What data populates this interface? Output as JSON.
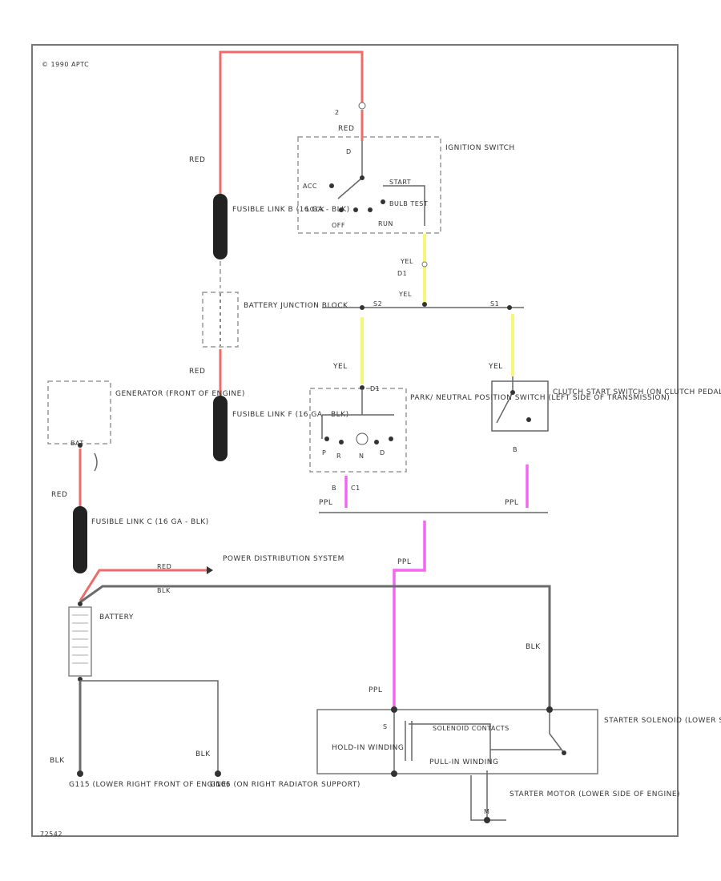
{
  "copyright": "© 1990 APTC",
  "code": "72542",
  "colors": {
    "red": "#f06a6a",
    "yel": "#f6f67a",
    "ppl": "#f266f2",
    "blk": "#6b6b6b"
  },
  "wires": {
    "top_red": "RED",
    "dk_red_num": "2",
    "dk_red": "RED",
    "red_mid": "RED",
    "red_gen": "RED",
    "ign_yel_a": "YEL",
    "ign_yel_b": "D1",
    "yel_bus": "YEL",
    "yel_left": "YEL",
    "yel_right": "YEL",
    "ppl_left": "PPL",
    "ppl_right": "PPL",
    "ppl_mid": "PPL",
    "pwr_red": "RED",
    "pwr_blk": "BLK",
    "blk_right": "BLK",
    "ppl_start": "PPL",
    "blk_g115": "BLK",
    "blk_g106": "BLK"
  },
  "ignition": {
    "label": "IGNITION SWITCH",
    "pos_acc": "ACC",
    "pos_lock": "LOCK",
    "pos_off": "OFF",
    "pos_run": "RUN",
    "pos_start": "START",
    "pos_bulb": "BULB TEST",
    "pin_d": "D"
  },
  "fusible_b": {
    "label": "FUSIBLE LINK B (16 GA - BLK)"
  },
  "junction": {
    "label": "BATTERY JUNCTION BLOCK"
  },
  "fusible_f": {
    "label": "FUSIBLE LINK F (16 GA - BLK)"
  },
  "generator": {
    "label": "GENERATOR (FRONT OF ENGINE)",
    "pin": "BAT"
  },
  "fusible_c": {
    "label": "FUSIBLE LINK C (16 GA - BLK)"
  },
  "power_dist": {
    "label": "POWER DISTRIBUTION SYSTEM"
  },
  "battery": {
    "label": "BATTERY"
  },
  "splice_left": "S2",
  "splice_right": "S1",
  "pnp": {
    "label": "PARK/ NEUTRAL POSITION SWITCH (LEFT SIDE OF TRANSMISSION)",
    "pin_top": "D1",
    "pin_bottom": "C1",
    "pin_b": "B",
    "pin_p": "P",
    "pin_r": "R",
    "pin_n": "N",
    "pin_d": "D"
  },
  "clutch": {
    "label": "CLUTCH START SWITCH (ON CLUTCH PEDAL LEVER BRACKET)",
    "pin": "B"
  },
  "starter": {
    "label": "STARTER SOLENOID (LOWER SIDE OF ENGINE, ON STARTER MOTOR)",
    "holdin": "HOLD-IN WINDING",
    "pullin": "PULL-IN WINDING",
    "contacts": "SOLENOID CONTACTS",
    "pin_s": "S"
  },
  "motor": {
    "label": "STARTER MOTOR (LOWER SIDE OF ENGINE)",
    "code": "M"
  },
  "ground_g115": {
    "label": "G115 (LOWER RIGHT FRONT OF ENGINE)"
  },
  "ground_g106": {
    "label": "G106 (ON RIGHT RADIATOR SUPPORT)"
  }
}
